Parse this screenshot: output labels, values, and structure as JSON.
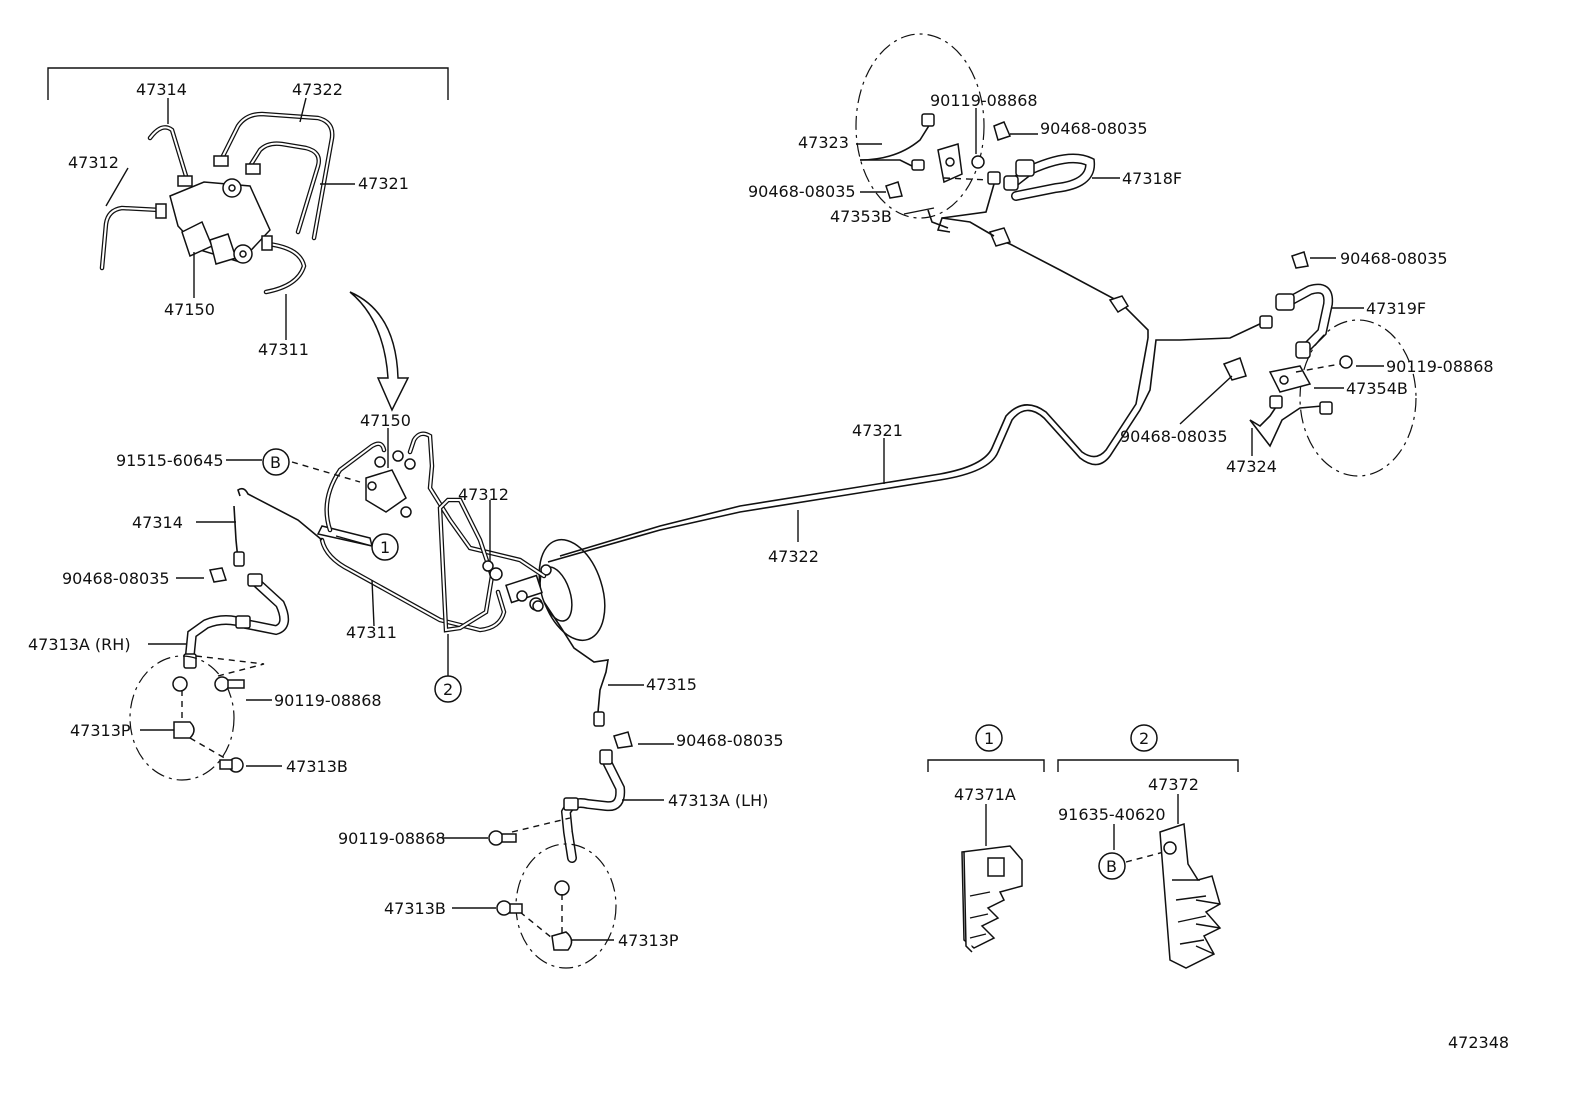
{
  "diagram": {
    "figure_number": "472348",
    "labels": {
      "top_47314": "47314",
      "top_47322": "47322",
      "top_47312": "47312",
      "top_47321": "47321",
      "top_47150": "47150",
      "top_47311": "47311",
      "c_47150": "47150",
      "c_91515": "91515-60645",
      "c_47314": "47314",
      "c_47312": "47312",
      "c_90468_a": "90468-08035",
      "c_47311": "47311",
      "c_47313A_RH": "47313A (RH)",
      "c_90119_a": "90119-08868",
      "c_47313P_a": "47313P",
      "c_47313B_a": "47313B",
      "c_47315": "47315",
      "c_90468_b": "90468-08035",
      "c_47313A_LH": "47313A (LH)",
      "c_90119_b": "90119-08868",
      "c_47313B_b": "47313B",
      "c_47313P_b": "47313P",
      "c_47321": "47321",
      "c_47322": "47322",
      "r_90119_a": "90119-08868",
      "r_90468_a": "90468-08035",
      "r_47323": "47323",
      "r_47318F": "47318F",
      "r_90468_b": "90468-08035",
      "r_47353B": "47353B",
      "r_90468_c": "90468-08035",
      "r_47319F": "47319F",
      "r_90119_b": "90119-08868",
      "r_47354B": "47354B",
      "r_90468_d": "90468-08035",
      "r_47324": "47324",
      "d1_part": "47371A",
      "d2_part": "47372",
      "d2_bolt": "91635-40620"
    },
    "callouts": {
      "one": "1",
      "two": "2",
      "b": "B"
    }
  }
}
